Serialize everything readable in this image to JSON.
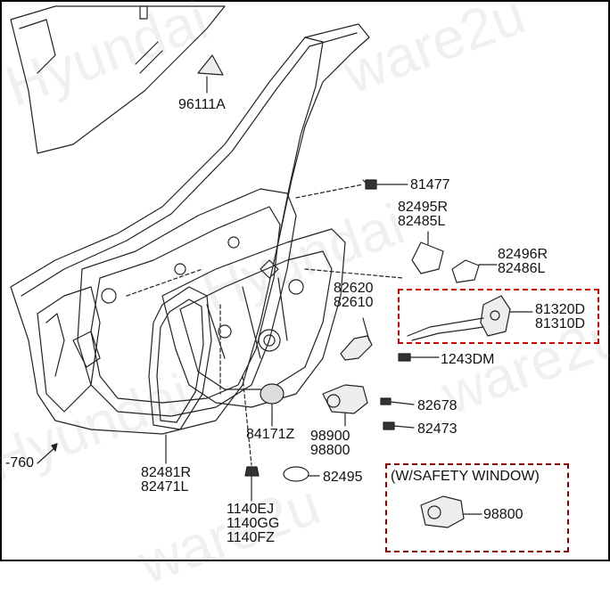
{
  "watermarks": [
    "Hyundai",
    "ware2u",
    "Hyundai",
    "ware2u",
    "Hyundai",
    "ware2u"
  ],
  "labels": {
    "p96111a": "96111A",
    "p81477": "81477",
    "p82495r": "82495R",
    "p82485l": "82485L",
    "p82496r": "82496R",
    "p82486l": "82486L",
    "p82620": "82620",
    "p82610": "82610",
    "p81320d": "81320D",
    "p81310d": "81310D",
    "p1243dm": "1243DM",
    "p82678": "82678",
    "p82473": "82473",
    "p84171z": "84171Z",
    "p98900": "98900",
    "p98800a": "98800",
    "p82481r": "82481R",
    "p82471l": "82471L",
    "p82495": "82495",
    "p1140ej": "1140EJ",
    "p1140gg": "1140GG",
    "p1140fz": "1140FZ",
    "p760": "-760",
    "p98800b": "98800"
  },
  "safety_panel": {
    "title": "(W/SAFETY WINDOW)"
  },
  "colors": {
    "highlight": "#d00000",
    "panel_border": "#8b0000",
    "line": "#222222"
  }
}
